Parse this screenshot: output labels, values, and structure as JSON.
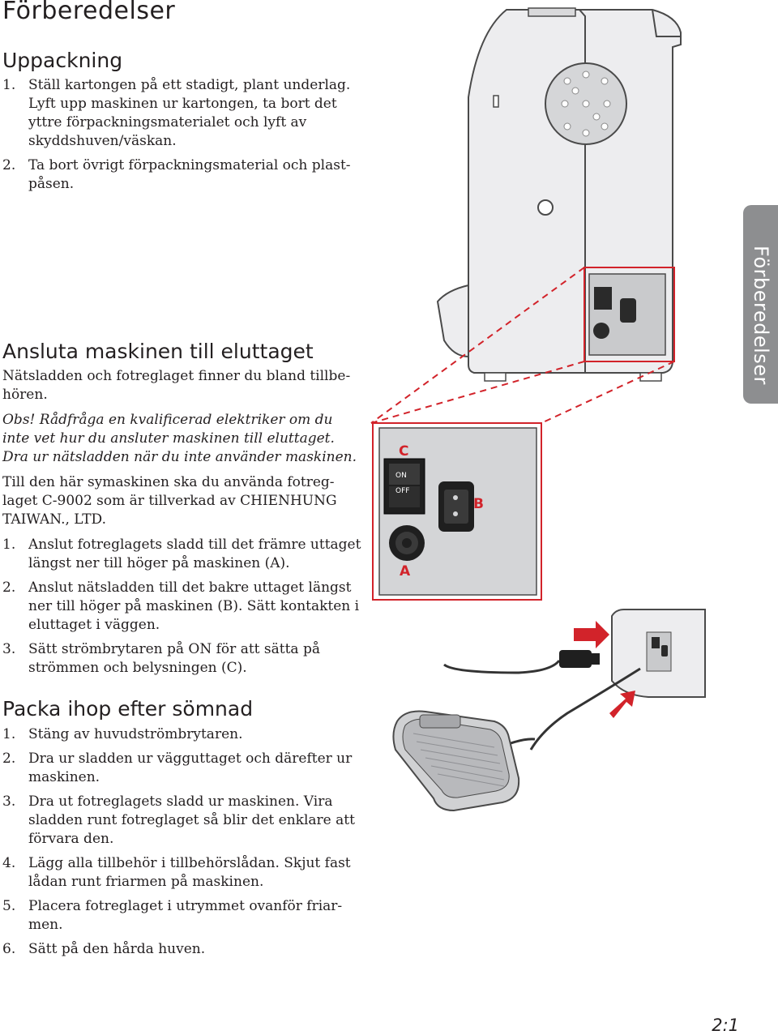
{
  "page_title": "Förberedelser",
  "section1": {
    "heading": "Uppackning",
    "steps": [
      {
        "num": "1.",
        "text": "Ställ kartongen på ett stadigt, plant under­lag. Lyft upp maskinen ur kartongen, ta bort det yttre förpackningsmaterialet och lyft av skyddshuven/väskan."
      },
      {
        "num": "2.",
        "text": "Ta bort övrigt förpackningsmaterial och plast­påsen."
      }
    ]
  },
  "section2": {
    "heading": "Ansluta maskinen till eluttaget",
    "intro": "Nätsladden och fotreglaget finner du bland tillbe­hören.",
    "note": "Obs! Rådfråga en kvalificerad elektriker om du inte vet hur du ansluter maskinen till eluttaget. Dra ur nätslad­den när du inte använder maskinen.",
    "text": "Till den här symaskinen ska du använda fotreg­laget C-9002 som är tillverkad av CHIENHUNG TAIWAN., LTD.",
    "steps": [
      {
        "num": "1.",
        "text": "Anslut fotreglagets sladd till det främre uttaget längst ner till höger på maskinen (A)."
      },
      {
        "num": "2.",
        "text": "Anslut nätsladden till det bakre uttaget längst ner till höger på maskinen (B). Sätt kontakten i eluttaget i väggen."
      },
      {
        "num": "3.",
        "text": "Sätt strömbrytaren på ON för att sätta på strömmen och belysningen (C)."
      }
    ]
  },
  "section3": {
    "heading": "Packa ihop efter sömnad",
    "steps": [
      {
        "num": "1.",
        "text": "Stäng av huvudströmbrytaren."
      },
      {
        "num": "2.",
        "text": "Dra ur sladden ur vägguttaget och därefter ur maskinen."
      },
      {
        "num": "3.",
        "text": "Dra ut fotreglagets sladd ur maskinen. Vira sladden runt fotreglaget så blir det enklare att förvara den."
      },
      {
        "num": "4.",
        "text": "Lägg alla tillbehör i tillbehörslådan. Skjut fast lådan runt friarmen på maskinen."
      },
      {
        "num": "5.",
        "text": "Placera fotreglaget i utrymmet ovanför friar­men."
      },
      {
        "num": "6.",
        "text": "Sätt på den hårda huven."
      }
    ]
  },
  "side_tab": "Förberedelser",
  "page_number": "2:1",
  "illustration": {
    "label_a": "A",
    "label_b": "B",
    "label_c": "C",
    "switch_on": "ON",
    "switch_off": "OFF",
    "accent_color": "#d2232a"
  }
}
